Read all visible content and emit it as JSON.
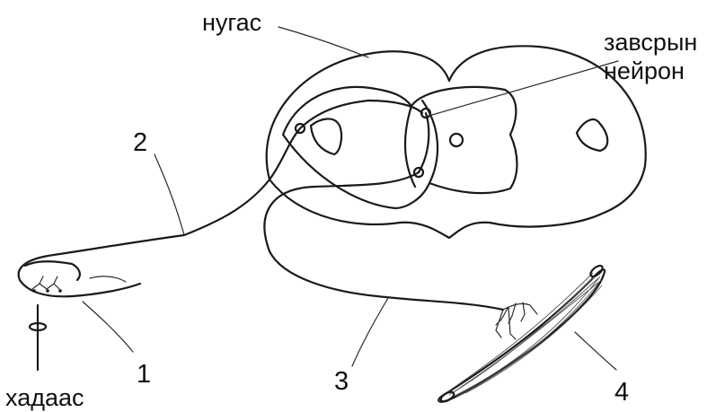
{
  "labels": {
    "gray_matter": "нугас",
    "interneuron_line1": "завсрын",
    "interneuron_line2": "нейрон",
    "stimulus": "хадаас",
    "num_1": "1",
    "num_2": "2",
    "num_3": "3",
    "num_4": "4"
  },
  "colors": {
    "ink": "#1a1a1a",
    "background": "#ffffff"
  }
}
